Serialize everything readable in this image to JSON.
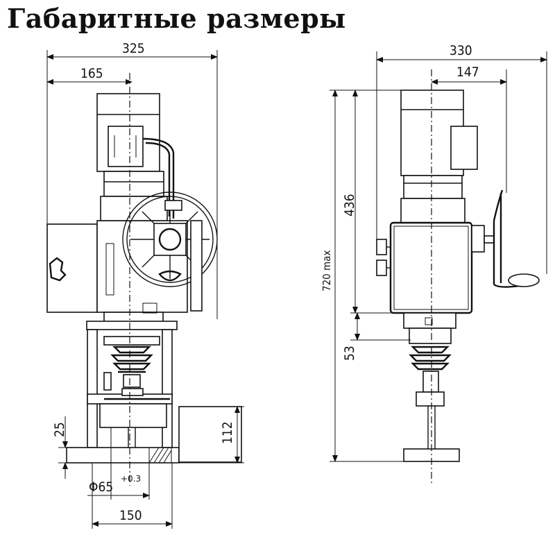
{
  "title": "Габаритные размеры",
  "dimensions": {
    "d325": "325",
    "d165": "165",
    "d330": "330",
    "d147": "147",
    "d436": "436",
    "d720": "720 max",
    "d53": "53",
    "d25": "25",
    "d112": "112",
    "d65": "Φ65",
    "d65tol": "+0.3",
    "d150": "150"
  }
}
